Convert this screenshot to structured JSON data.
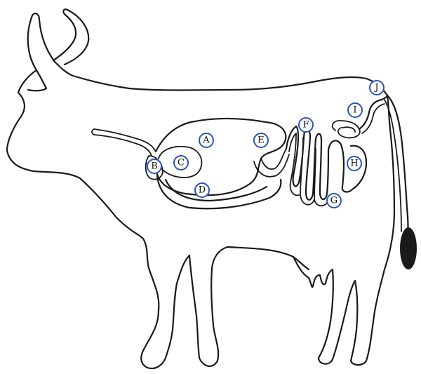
{
  "diagram": {
    "colors": {
      "outline": "#1a1a1a",
      "marker_ring": "#2a56b8",
      "tail_tuft": "#1a1a1a"
    },
    "labels": {
      "A": "A",
      "B": "B",
      "C": "C",
      "D": "D",
      "E": "E",
      "F": "F",
      "G": "G",
      "H": "H",
      "I": "I",
      "J": "J"
    }
  }
}
